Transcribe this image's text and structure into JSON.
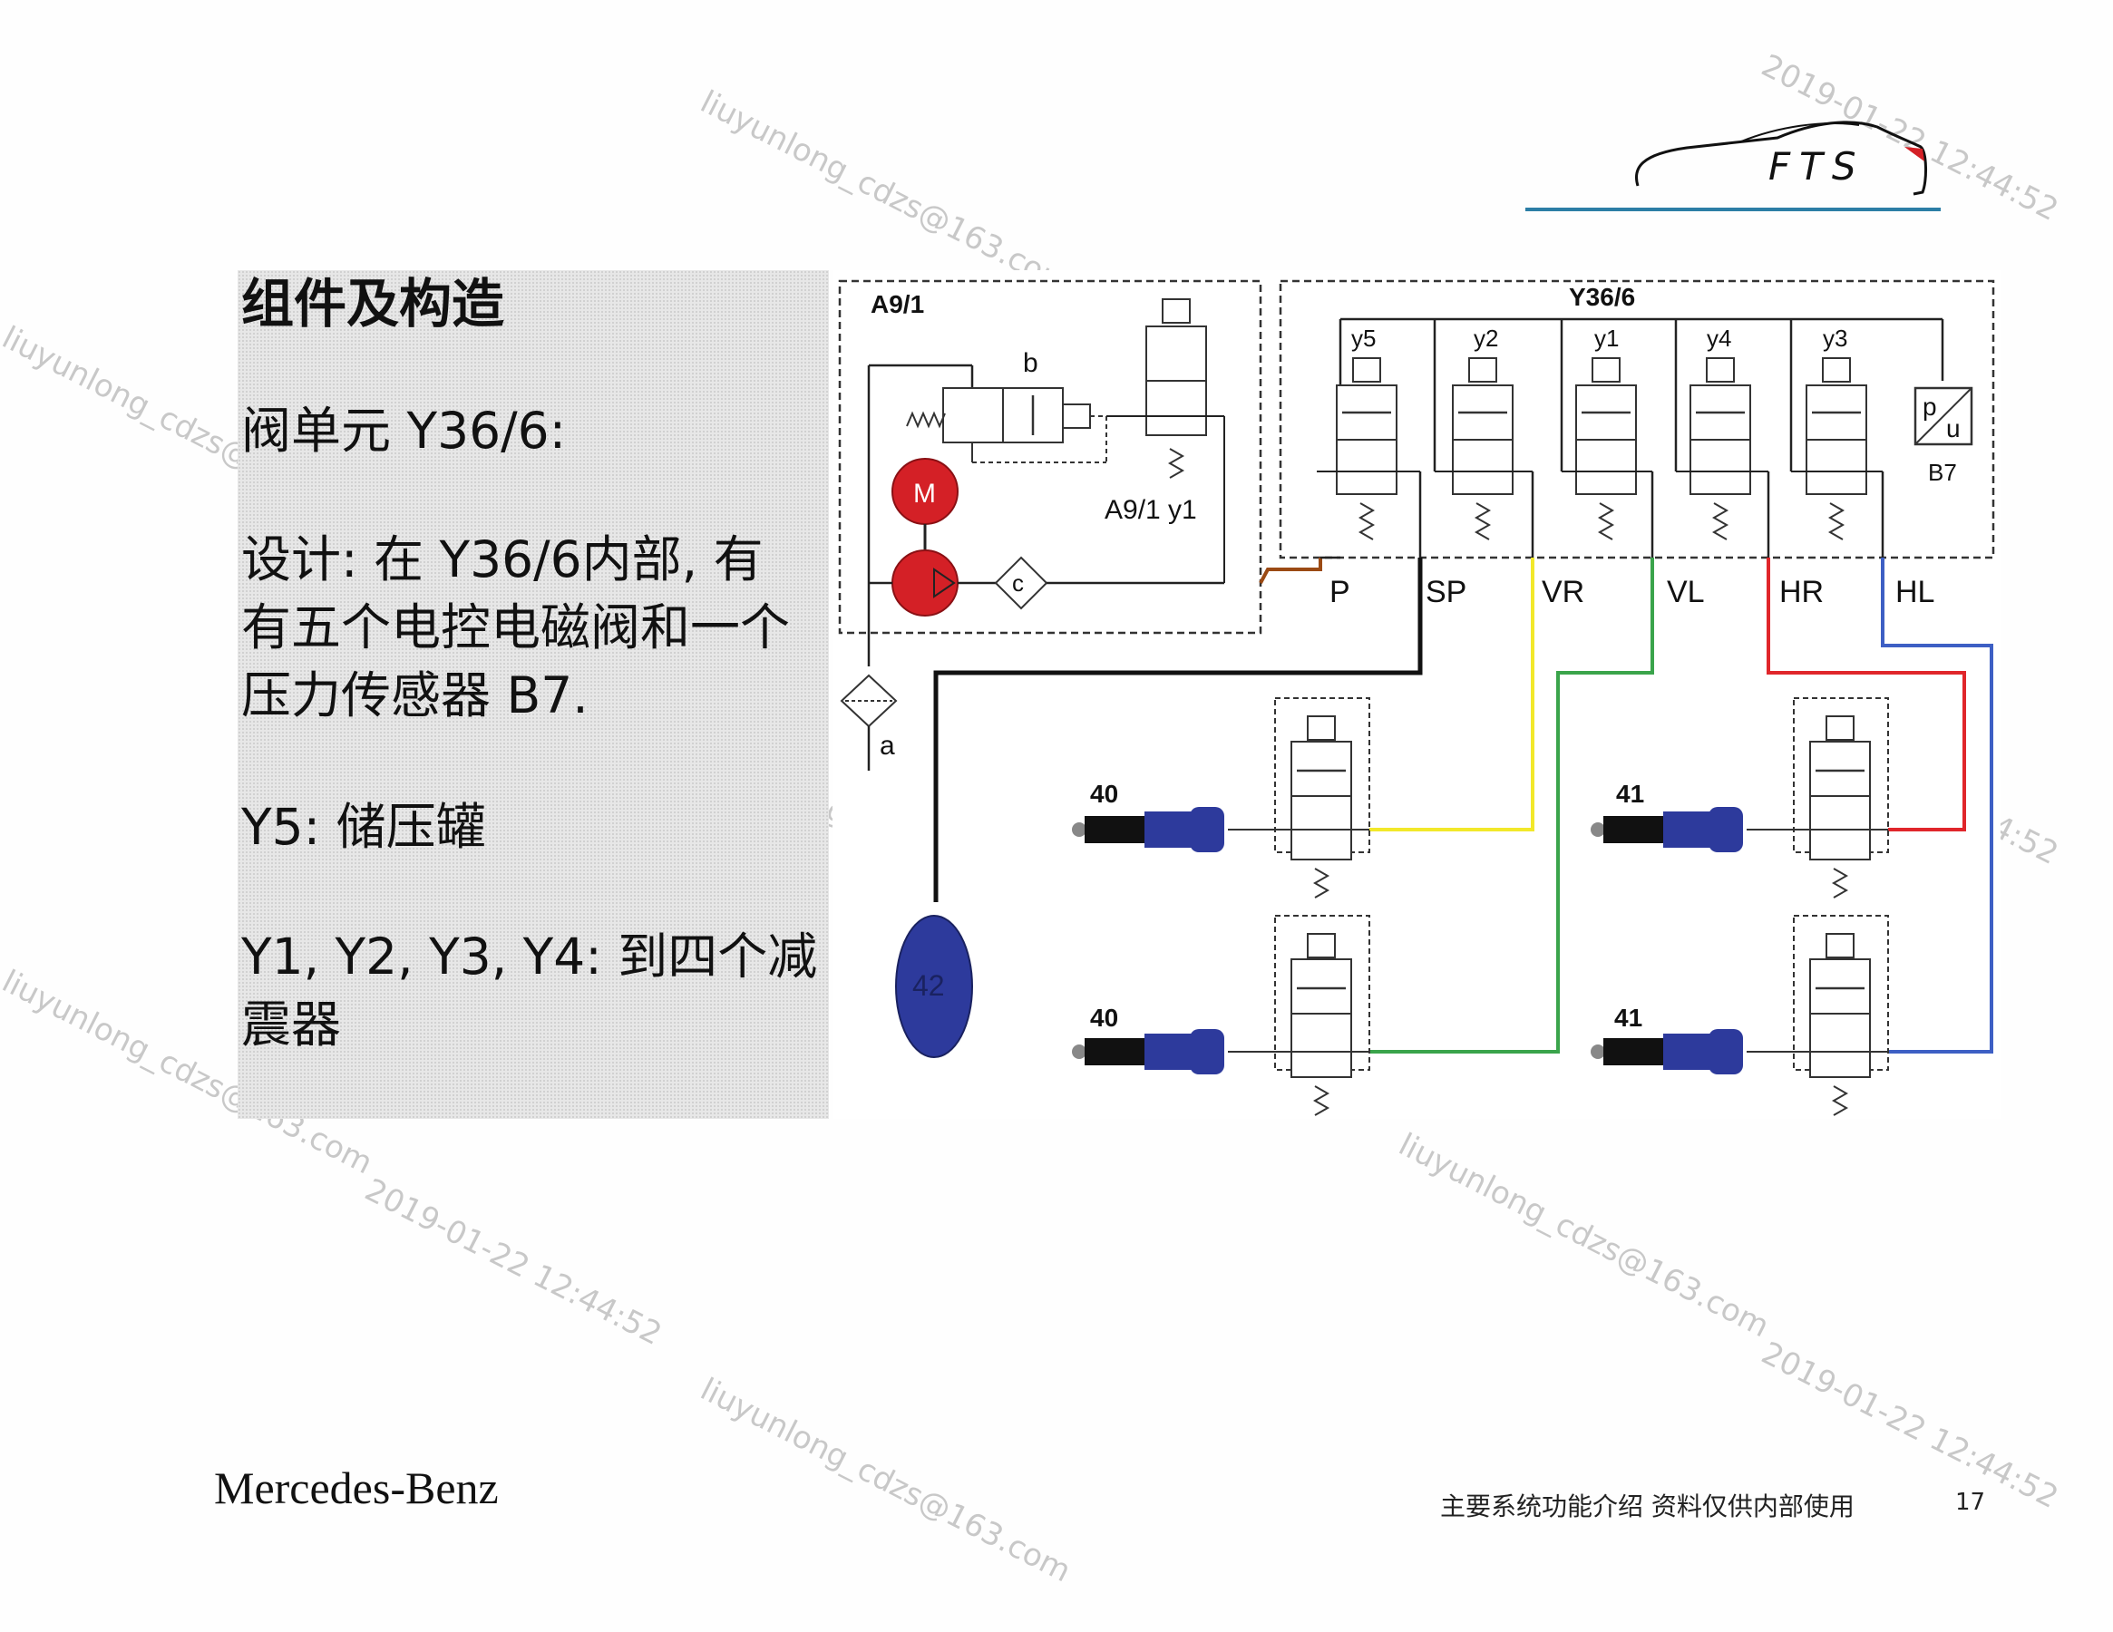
{
  "slide": {
    "heading": "组件及构造",
    "valve_unit": "阀单元 Y36/6:",
    "design_lines": [
      "设计: 在  Y36/6内部, 有",
      "有五个电控电磁阀和一个",
      "压力传感器  B7."
    ],
    "y5_line": "Y5: 储压罐",
    "y_list_lines": [
      "Y1, Y2, Y3, Y4: 到四个减",
      "震器"
    ]
  },
  "logo": {
    "text": "FTS"
  },
  "brand": "Mercedes-Benz",
  "footer": {
    "text": "主要系统功能介绍   资料仅供内部使用",
    "page": "17"
  },
  "watermark": {
    "email": "liuyunlong_cdzs@163.com",
    "timestamp": "2019-01-22 12:44:52"
  },
  "diagram": {
    "a9_1": "A9/1",
    "y36_6": "Y36/6",
    "b": "b",
    "c": "c",
    "a": "a",
    "motor": "M",
    "a9_1_y1": "A9/1 y1",
    "b7": "B7",
    "pu_p": "p",
    "pu_u": "u",
    "valves": [
      "y5",
      "y2",
      "y1",
      "y4",
      "y3"
    ],
    "ports": [
      "P",
      "SP",
      "VR",
      "VL",
      "HR",
      "HL"
    ],
    "struts": [
      "40",
      "41",
      "40",
      "41"
    ],
    "reservoir": "42",
    "colors": {
      "red_component": "#d42026",
      "blue_component": "#2d3a9c",
      "line_yellow": "#f2e82a",
      "line_green": "#3aa44b",
      "line_red": "#e0262b",
      "line_blue": "#3d5fc4",
      "line_brown": "#9b4a14",
      "accent": "#2c7ea6"
    }
  }
}
